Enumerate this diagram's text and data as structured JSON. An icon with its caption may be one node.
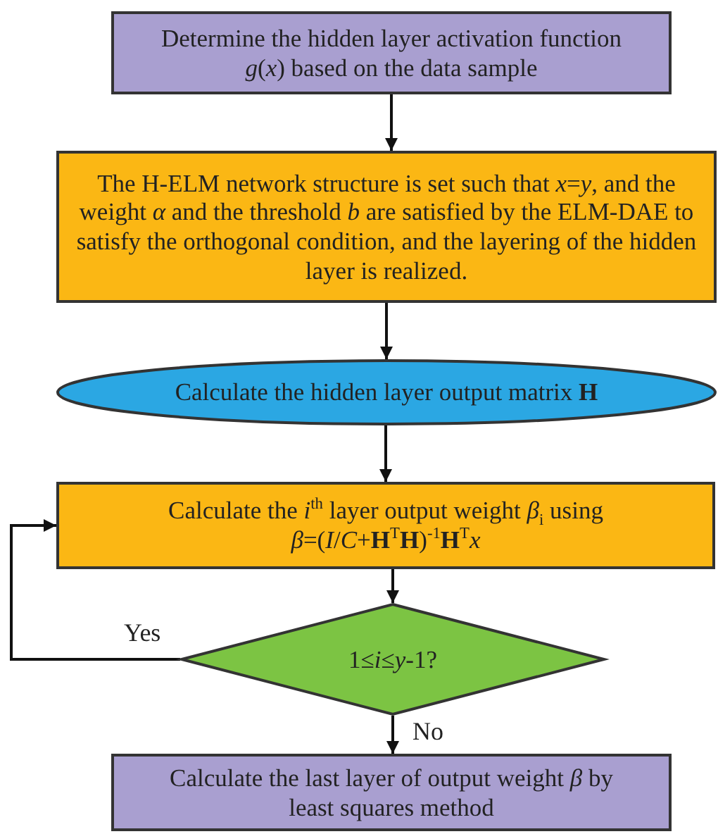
{
  "diagram": {
    "nodes": [
      {
        "text": [
          "Determine the hidden layer activation function *g*(*x*) based on the data sample"
        ]
      },
      {
        "text": [
          "The H-ELM network structure is set such that *x*=*y*, and the weight *α* and the threshold *b* are satisfied by the ELM-DAE to satisfy the orthogonal condition, and the layering of the hidden layer is realized."
        ]
      },
      {
        "text": [
          "Calculate the hidden layer output matrix **H**"
        ]
      },
      {
        "text": [
          "Calculate the *i*$^{th}$ layer output weight *β*$_{i}$ using *β*=(*I*/*C*+**H**$^{T}$**H**)$^{-1}$**H**$^{T}$*x*"
        ]
      },
      {
        "text": [
          "1≤*i*≤*y*-1?"
        ]
      },
      {
        "text": [
          "Calculate the last layer of output weight *β* by least squares method"
        ]
      }
    ],
    "edges": [
      {
        "from": 0,
        "to": 1,
        "arrow": "to"
      },
      {
        "from": 1,
        "to": 2,
        "arrow": "to"
      },
      {
        "from": 2,
        "to": 3,
        "arrow": "to"
      },
      {
        "from": 3,
        "to": 4,
        "arrow": "to"
      },
      {
        "from": 4,
        "to": 3,
        "arrow": "to",
        "label": "Yes"
      },
      {
        "from": 4,
        "to": 5,
        "arrow": "to",
        "label": "No"
      }
    ]
  }
}
